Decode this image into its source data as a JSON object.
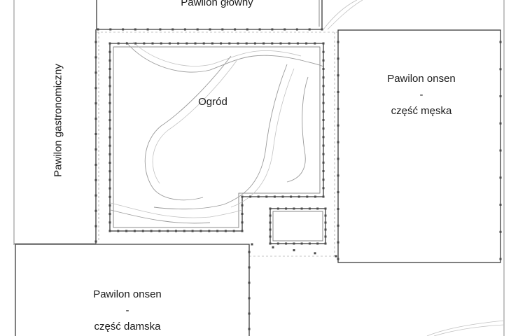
{
  "rooms": {
    "main_pavilion": "Pawilon główny",
    "gastro_pavilion": "Pawilon gastronomiczny",
    "garden": "Ogród",
    "onsen_men": {
      "line1": "Pawilon onsen",
      "line2": "-",
      "line3": "część męska"
    },
    "onsen_women": {
      "line1": "Pawilon onsen",
      "line2": "-",
      "line3": "część damska"
    }
  },
  "colors": {
    "walls": "#3a3a3a",
    "paths": "#9a9a9a",
    "text": "#1a1a1a",
    "background": "#ffffff"
  }
}
